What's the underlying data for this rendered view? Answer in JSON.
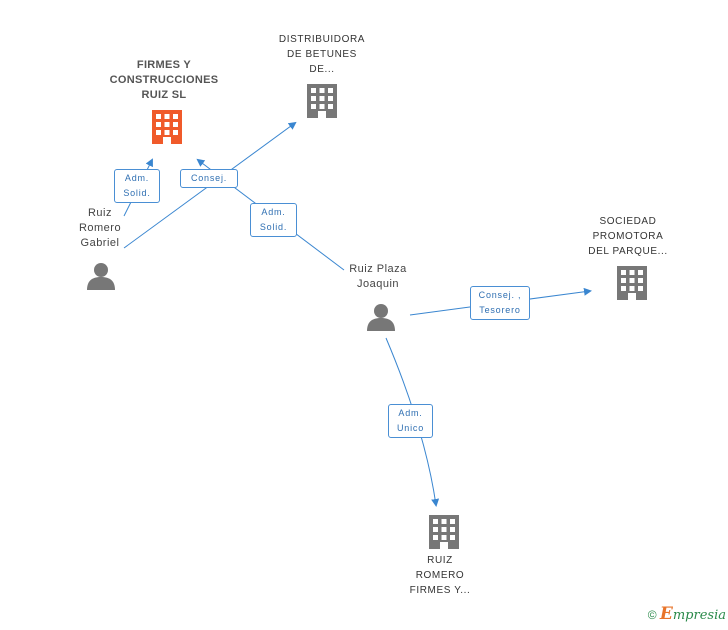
{
  "nodes": {
    "firmes": {
      "label": "FIRMES Y\nCONSTRUCCIONES\nRUIZ SL",
      "color": "#f05a2a",
      "icon": "building-icon"
    },
    "distribuidora": {
      "label": "DISTRIBUIDORA\nDE BETUNES\nDE...",
      "color": "#777777",
      "icon": "building-icon"
    },
    "sociedad": {
      "label": "SOCIEDAD\nPROMOTORA\nDEL PARQUE...",
      "color": "#777777",
      "icon": "building-icon"
    },
    "ruiz_romero_firmes": {
      "label": "RUIZ\nROMERO\nFIRMES Y...",
      "color": "#777777",
      "icon": "building-icon"
    },
    "gabriel": {
      "label": "Ruiz\nRomero\nGabriel",
      "color": "#777777",
      "icon": "person-icon"
    },
    "joaquin": {
      "label": "Ruiz Plaza\nJoaquin",
      "color": "#777777",
      "icon": "person-icon"
    }
  },
  "edges": {
    "gabriel_firmes": "Adm.\nSolid.",
    "gabriel_distribuidora": "Consej.",
    "joaquin_firmes": "Adm.\nSolid.",
    "joaquin_sociedad": "Consej. ,\nTesorero",
    "joaquin_ruiz_romero": "Adm.\nUnico"
  },
  "colors": {
    "edge": "#3a86d0",
    "building": "#777777",
    "highlight": "#f05a2a"
  },
  "footer": {
    "copyright": "©",
    "brand_initial": "E",
    "brand_rest": "mpresia"
  }
}
